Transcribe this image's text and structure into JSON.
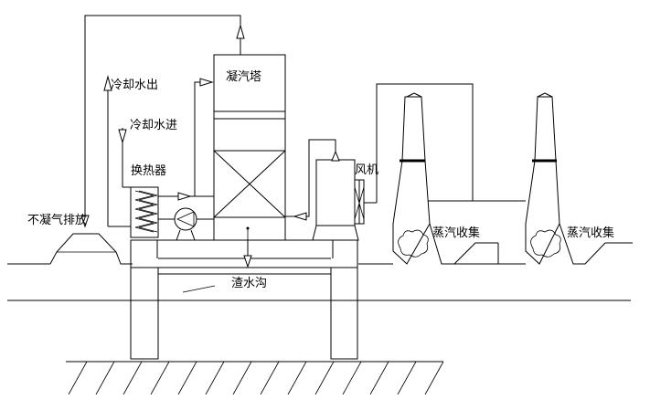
{
  "labels": {
    "condenser_tower": "凝汽塔",
    "cooling_water_out": "冷却水出",
    "cooling_water_in": "冷却水进",
    "heat_exchanger": "换热器",
    "fan": "风机",
    "non_condensable_exhaust": "不凝气排放",
    "slag_water_trench": "渣水沟",
    "steam_collection_1": "蒸汽收集",
    "steam_collection_2": "蒸汽收集"
  }
}
